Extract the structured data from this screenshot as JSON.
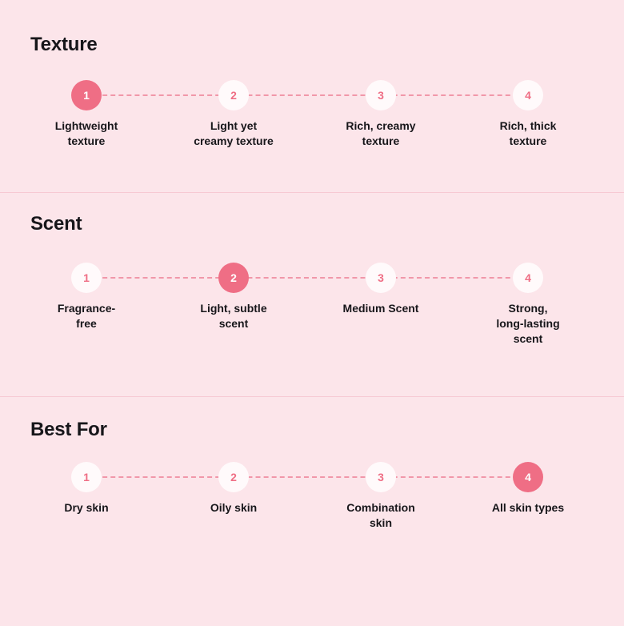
{
  "theme": {
    "background": "#fce5ea",
    "accent": "#ef6e85",
    "dot_inactive_bg": "#fffafb",
    "text": "#17161a",
    "divider": "#f7c9d3",
    "dash_line": "#f08a9e"
  },
  "sections": [
    {
      "title": "Texture",
      "steps": [
        {
          "number": "1",
          "label": "Lightweight\ntexture",
          "active": true
        },
        {
          "number": "2",
          "label": "Light yet\ncreamy texture",
          "active": false
        },
        {
          "number": "3",
          "label": "Rich, creamy\ntexture",
          "active": false
        },
        {
          "number": "4",
          "label": "Rich, thick\ntexture",
          "active": false
        }
      ]
    },
    {
      "title": "Scent",
      "steps": [
        {
          "number": "1",
          "label": "Fragrance-\nfree",
          "active": false
        },
        {
          "number": "2",
          "label": "Light, subtle\nscent",
          "active": true
        },
        {
          "number": "3",
          "label": "Medium Scent",
          "active": false
        },
        {
          "number": "4",
          "label": "Strong,\nlong-lasting\nscent",
          "active": false
        }
      ]
    },
    {
      "title": "Best For",
      "steps": [
        {
          "number": "1",
          "label": "Dry skin",
          "active": false
        },
        {
          "number": "2",
          "label": "Oily skin",
          "active": false
        },
        {
          "number": "3",
          "label": "Combination\nskin",
          "active": false
        },
        {
          "number": "4",
          "label": "All skin types",
          "active": true
        }
      ]
    }
  ]
}
